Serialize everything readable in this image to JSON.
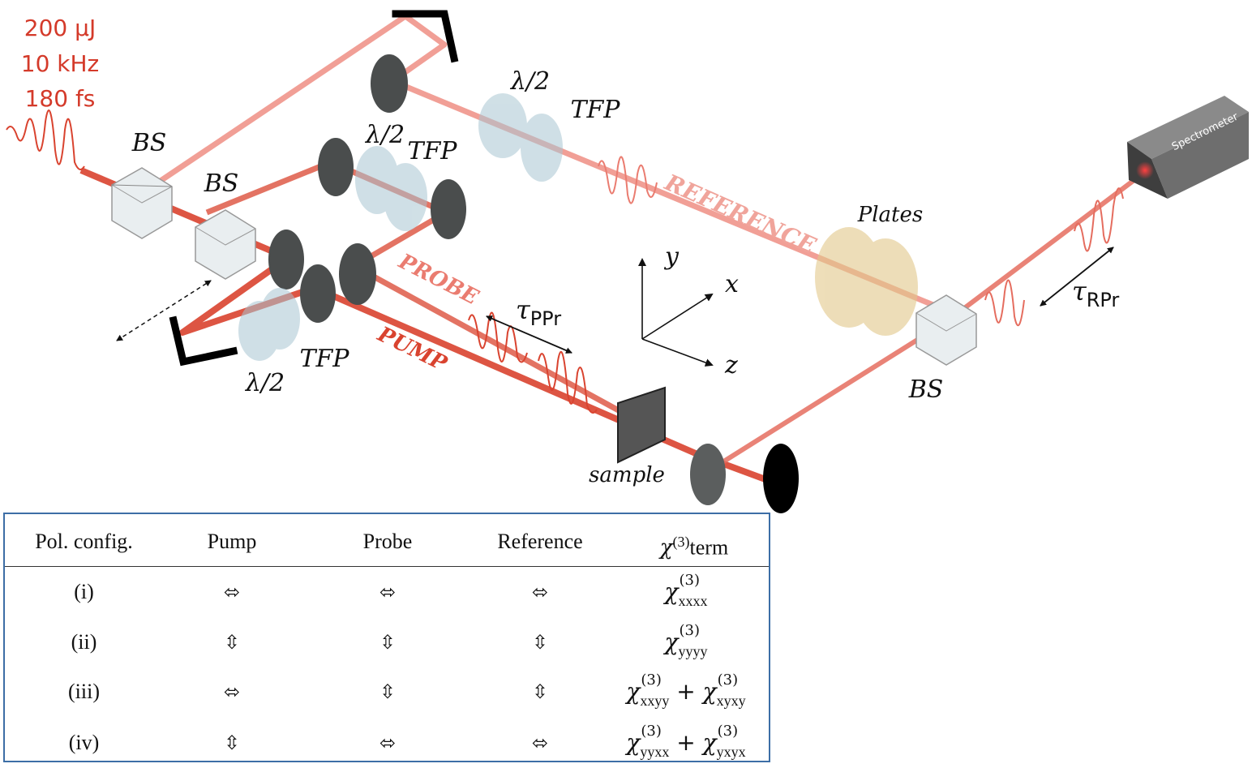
{
  "laser": {
    "energy": "200 μJ",
    "rate": "10 kHz",
    "duration": "180 fs"
  },
  "labels": {
    "bs": "BS",
    "half_wave": "λ/2",
    "tfp": "TFP",
    "plates": "Plates",
    "sample": "sample",
    "spectrometer": "Spectrometer",
    "tau": "τ",
    "tau_ppr_sub": "PPr",
    "tau_rpr_sub": "RPr",
    "axis_x": "x",
    "axis_y": "y",
    "axis_z": "z"
  },
  "beams": {
    "reference": "REFERENCE",
    "probe": "PROBE",
    "pump": "PUMP"
  },
  "colors": {
    "beam_strong": "#d9432f",
    "beam_light": "#ee9a90",
    "optic_dark": "#4a4d4d",
    "waveplate": "#a9c6d2",
    "plates": "#e2c88a",
    "table_border": "#3d6ea6"
  },
  "table": {
    "headers": [
      "Pol. config.",
      "Pump",
      "Probe",
      "Reference",
      "term"
    ],
    "chi_header": "χ",
    "chi_order": "(3)",
    "rows": [
      {
        "config": "(i)",
        "pump": "⬄",
        "probe": "⬄",
        "reference": "⬄",
        "terms": [
          "xxxx"
        ]
      },
      {
        "config": "(ii)",
        "pump": "⇳",
        "probe": "⇳",
        "reference": "⇳",
        "terms": [
          "yyyy"
        ]
      },
      {
        "config": "(iii)",
        "pump": "⬄",
        "probe": "⇳",
        "reference": "⇳",
        "terms": [
          "xxyy",
          "xyxy"
        ]
      },
      {
        "config": "(iv)",
        "pump": "⇳",
        "probe": "⬄",
        "reference": "⬄",
        "terms": [
          "yyxx",
          "yxyx"
        ]
      }
    ]
  }
}
